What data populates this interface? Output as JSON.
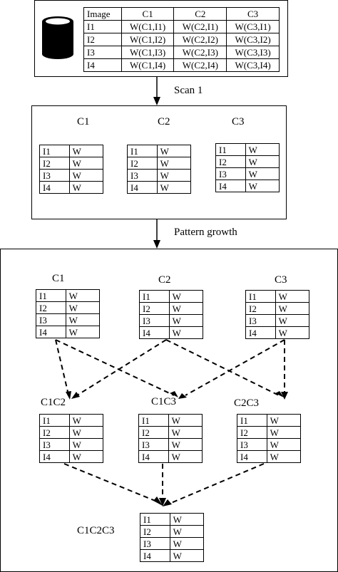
{
  "top_table": {
    "headers": [
      "Image",
      "C1",
      "C2",
      "C3"
    ],
    "rows": [
      [
        "I1",
        "W(C1,I1)",
        "W(C2,I1)",
        "W(C3,I1)"
      ],
      [
        "I2",
        "W(C1,I2)",
        "W(C2,I2)",
        "W(C3,I2)"
      ],
      [
        "I3",
        "W(C1,I3)",
        "W(C2,I3)",
        "W(C3,I3)"
      ],
      [
        "I4",
        "W(C1,I4)",
        "W(C2,I4)",
        "W(C3,I4)"
      ]
    ]
  },
  "arrow1_label": "Scan 1",
  "arrow2_label": "Pattern growth",
  "scan_block": {
    "labels": [
      "C1",
      "C2",
      "C3"
    ]
  },
  "growth_block": {
    "level1_labels": [
      "C1",
      "C2",
      "C3"
    ],
    "level2_labels": [
      "C1C2",
      "C1C3",
      "C2C3"
    ],
    "level3_label": "C1C2C3"
  },
  "small_table": {
    "rows": [
      [
        "I1",
        "W"
      ],
      [
        "I2",
        "W"
      ],
      [
        "I3",
        "W"
      ],
      [
        "I4",
        "W"
      ]
    ]
  }
}
